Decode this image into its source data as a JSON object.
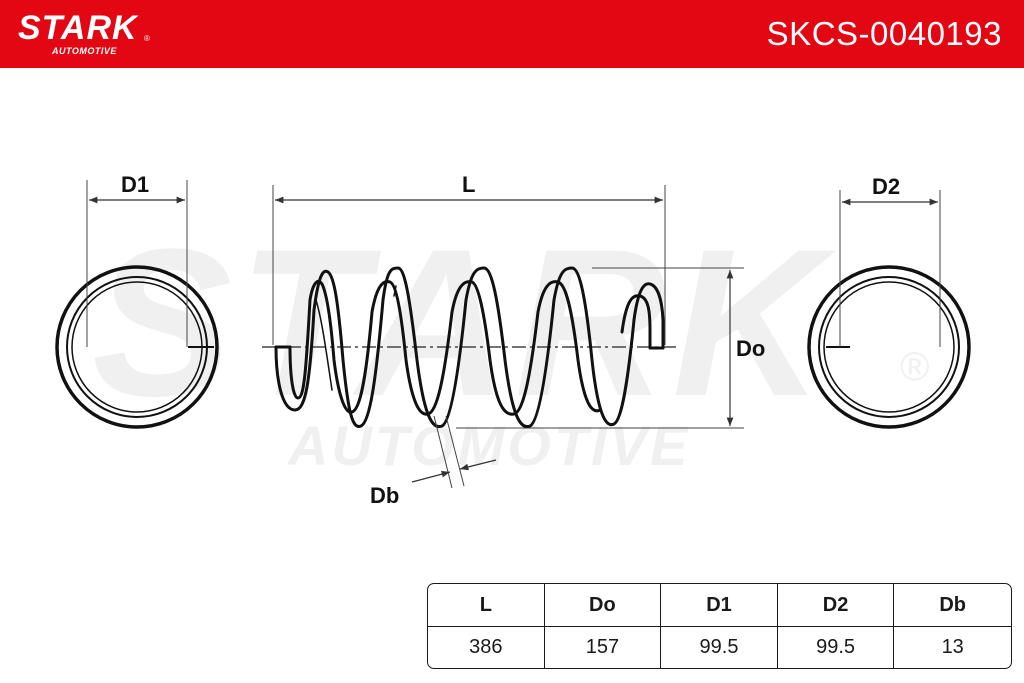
{
  "header": {
    "brand": "STARK",
    "brand_sub": "AUTOMOTIVE",
    "registered_mark": "®",
    "part_number": "SKCS-0040193",
    "bar_color": "#e30613"
  },
  "watermark": {
    "brand": "STARK",
    "brand_sub": "AUTOMOTIVE",
    "registered_mark": "®"
  },
  "diagram": {
    "labels": {
      "d1": "D1",
      "length": "L",
      "d2": "D2",
      "outer_diameter": "Do",
      "wire_diameter": "Db"
    }
  },
  "specs": {
    "headers": [
      "L",
      "Do",
      "D1",
      "D2",
      "Db"
    ],
    "values": [
      "386",
      "157",
      "99.5",
      "99.5",
      "13"
    ]
  }
}
